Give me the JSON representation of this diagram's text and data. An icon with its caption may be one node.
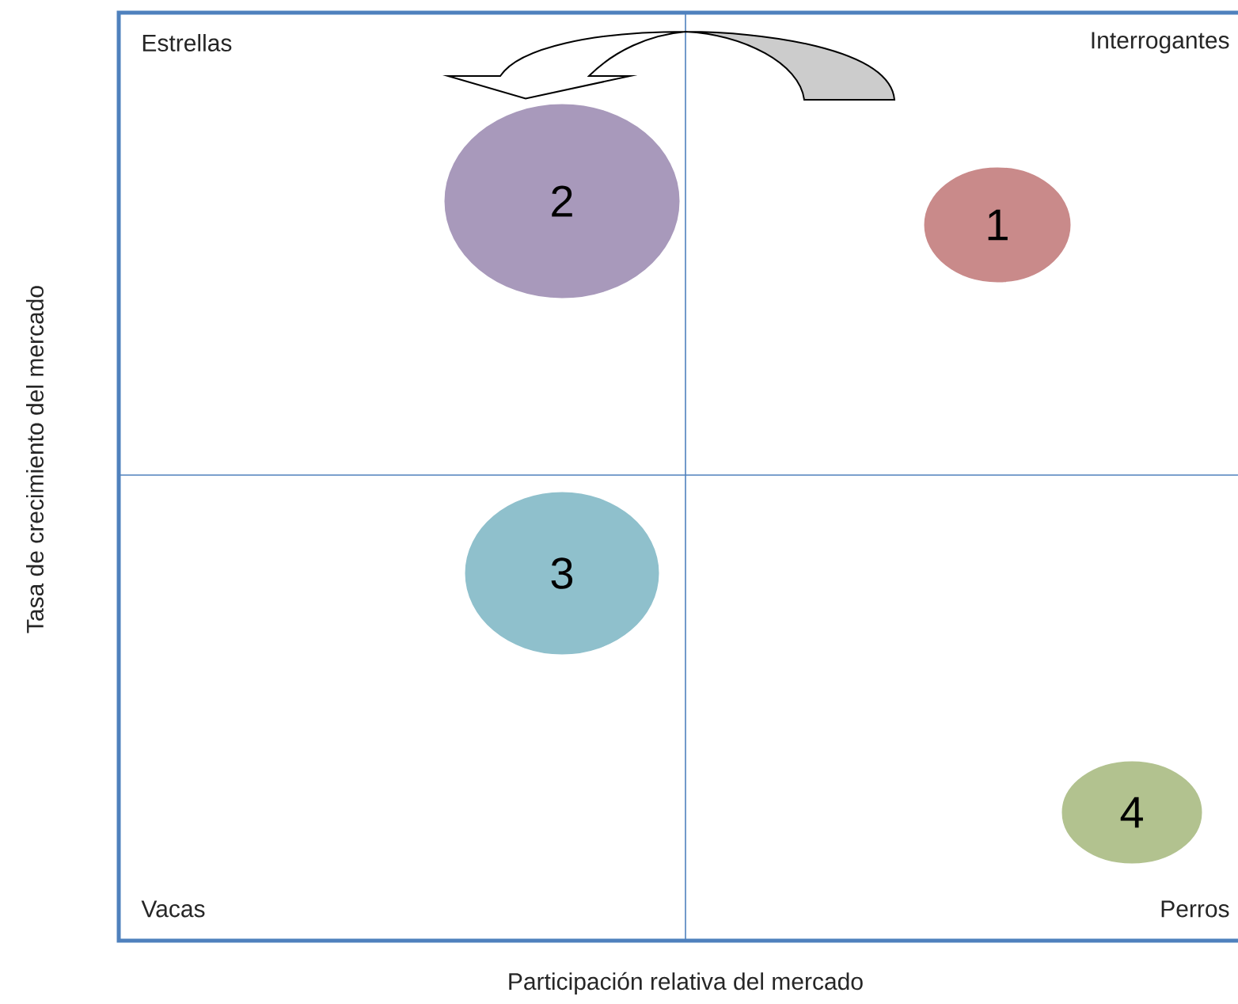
{
  "diagram": {
    "nodes": [
      {
        "text": [
          "1"
        ]
      },
      {
        "text": [
          "2"
        ]
      },
      {
        "text": [
          "3"
        ]
      },
      {
        "text": [
          "4"
        ]
      }
    ],
    "edges": [
      {
        "from": null,
        "to": 1,
        "arrow": "to"
      }
    ],
    "labels": [
      "Estrellas",
      "Interrogantes",
      "Vacas",
      "Perros",
      "Tasa de crecimiento del mercado",
      "Participación relativa del mercado"
    ]
  }
}
